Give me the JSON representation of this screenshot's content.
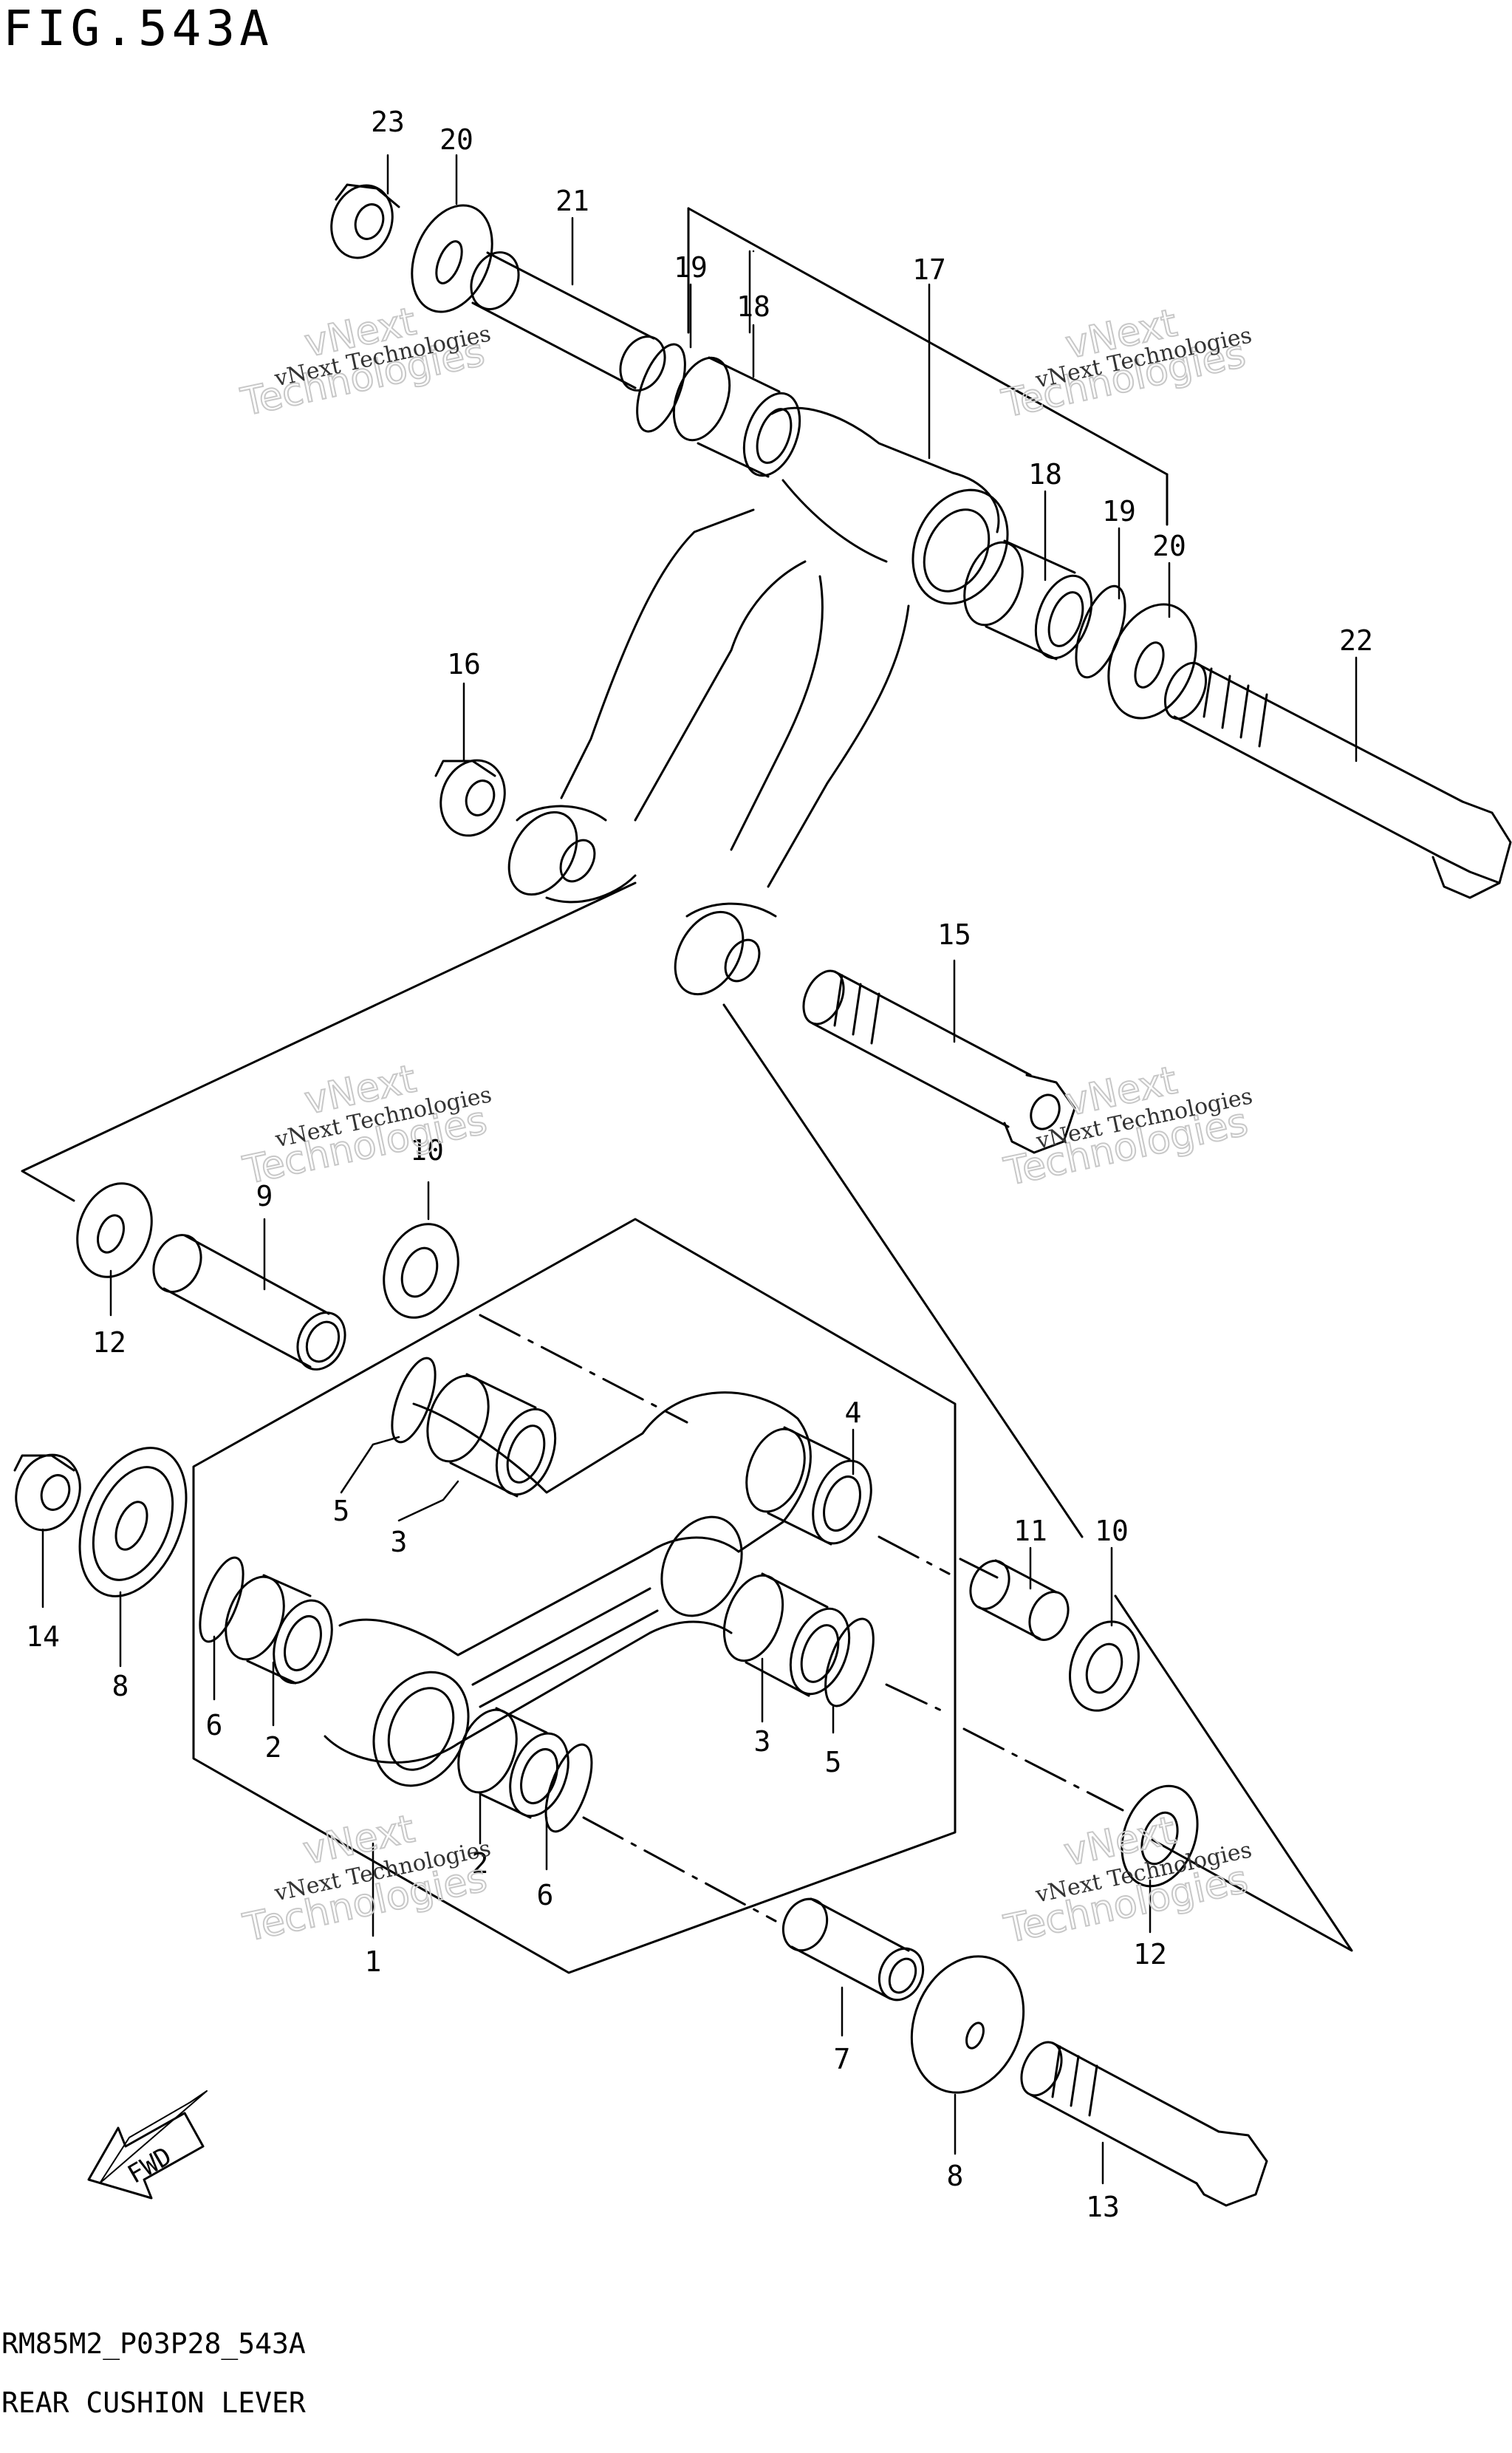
{
  "figure": {
    "title": "FIG.543A",
    "code": "RM85M2_P03P28_543A",
    "subtitle": "REAR CUSHION LEVER"
  },
  "watermark": {
    "line1": "vNext Technologies",
    "line2": "vNext",
    "line3": "Technologies"
  },
  "fwd_label": "FWD",
  "callouts": [
    "23",
    "20",
    "21",
    "19",
    "18",
    "17",
    "18",
    "19",
    "20",
    "22",
    "16",
    "15",
    "10",
    "9",
    "12",
    "14",
    "8",
    "5",
    "3",
    "6",
    "2",
    "4",
    "3",
    "5",
    "11",
    "10",
    "2",
    "6",
    "1",
    "12",
    "7",
    "8",
    "13"
  ]
}
